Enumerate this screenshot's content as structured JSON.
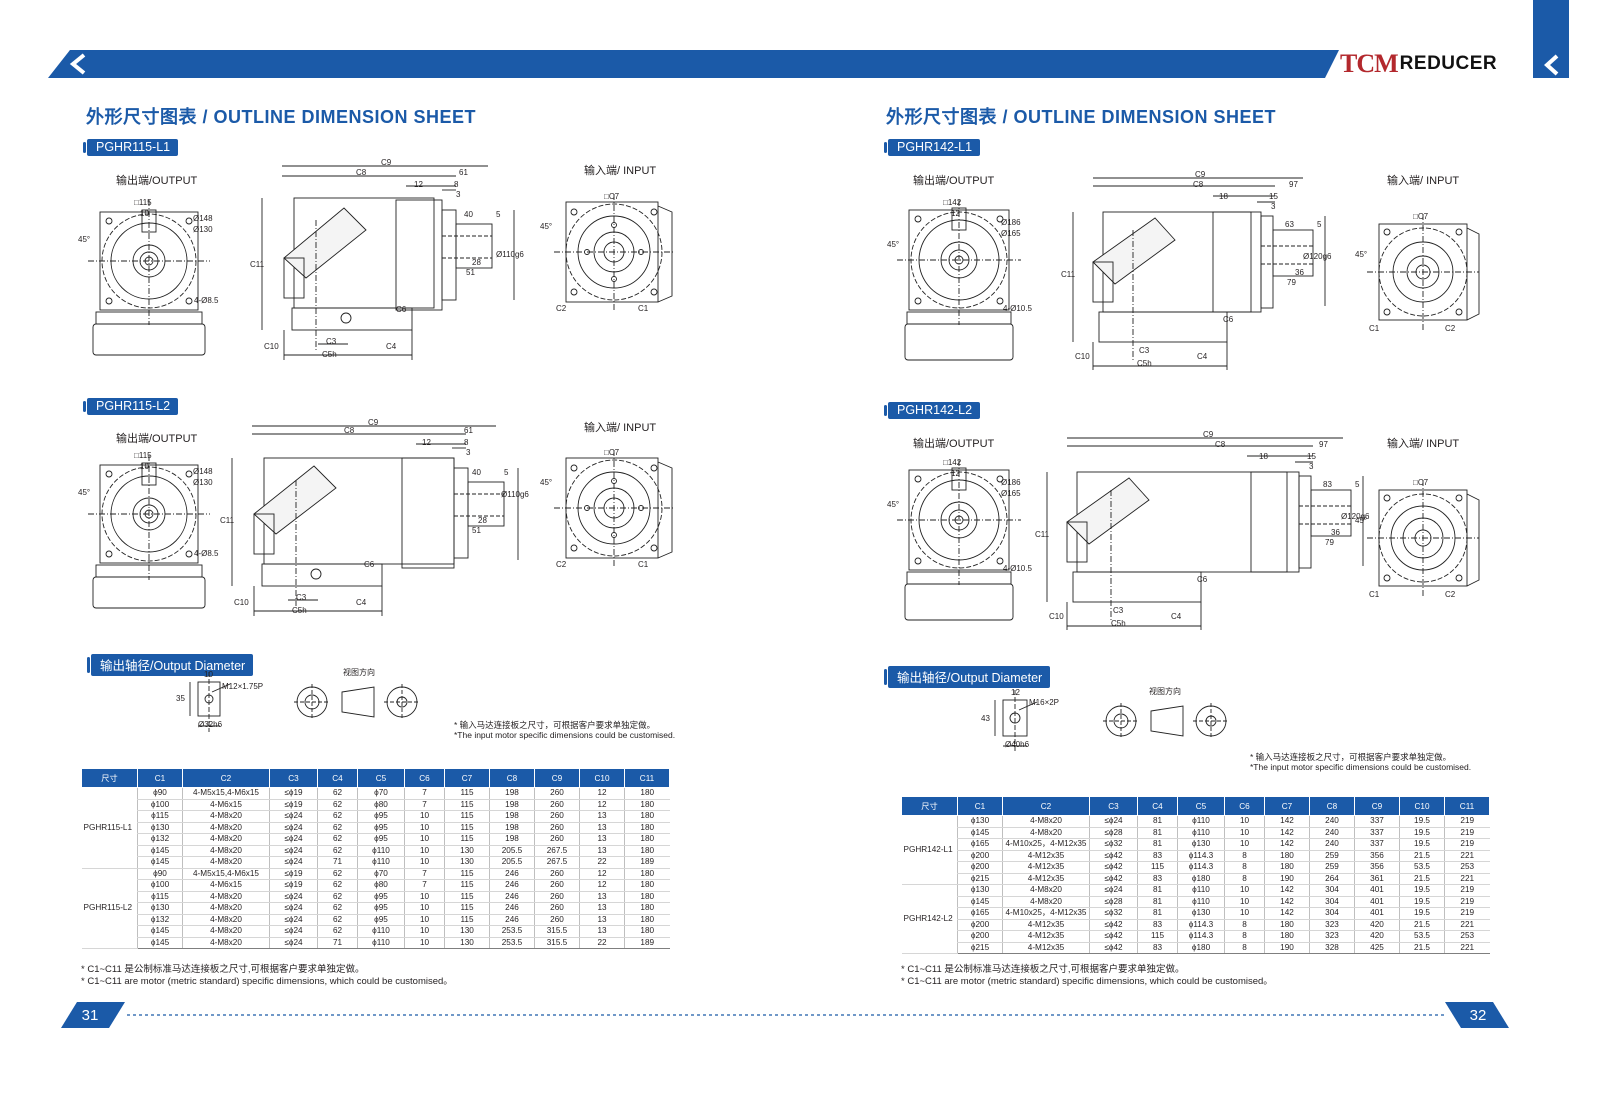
{
  "brand": {
    "logo_tcm": "TCM",
    "logo_reducer": "REDUCER"
  },
  "icons": {
    "back": "chevron-left-icon"
  },
  "colors": {
    "accent": "#1b5aa8",
    "logo_red": "#b3282d"
  },
  "left": {
    "title": "外形尺寸图表 / OUTLINE DIMENSION SHEET",
    "model1": "PGHR115-L1",
    "model2": "PGHR115-L2",
    "output_label": "输出端/OUTPUT",
    "input_label": "输入端/ INPUT",
    "output_diameter_tag": "输出轴径/Output Diameter",
    "view_direction": "视图方向",
    "input_note_cn": "* 输入马达连接板之尺寸，可根据客户要求单独定做。",
    "input_note_en": "*The input motor specific dimensions could be customised.",
    "foot_cn": "* C1~C11 是公制标准马达连接板之尺寸,可根据客户要求单独定做。",
    "foot_en": "* C1~C11 are motor (metric standard) specific dimensions, which could be customised。",
    "page_number": "31",
    "table": {
      "headers": [
        "尺寸",
        "C1",
        "C2",
        "C3",
        "C4",
        "C5",
        "C6",
        "C7",
        "C8",
        "C9",
        "C10",
        "C11"
      ],
      "groups": [
        {
          "model": "PGHR115-L1",
          "rows": [
            [
              "ϕ90",
              "4-M5x15,4-M6x15",
              "≤ϕ19",
              "62",
              "ϕ70",
              "7",
              "115",
              "198",
              "260",
              "12",
              "180"
            ],
            [
              "ϕ100",
              "4-M6x15",
              "≤ϕ19",
              "62",
              "ϕ80",
              "7",
              "115",
              "198",
              "260",
              "12",
              "180"
            ],
            [
              "ϕ115",
              "4-M8x20",
              "≤ϕ24",
              "62",
              "ϕ95",
              "10",
              "115",
              "198",
              "260",
              "13",
              "180"
            ],
            [
              "ϕ130",
              "4-M8x20",
              "≤ϕ24",
              "62",
              "ϕ95",
              "10",
              "115",
              "198",
              "260",
              "13",
              "180"
            ],
            [
              "ϕ132",
              "4-M8x20",
              "≤ϕ24",
              "62",
              "ϕ95",
              "10",
              "115",
              "198",
              "260",
              "13",
              "180"
            ],
            [
              "ϕ145",
              "4-M8x20",
              "≤ϕ24",
              "62",
              "ϕ110",
              "10",
              "130",
              "205.5",
              "267.5",
              "13",
              "180"
            ],
            [
              "ϕ145",
              "4-M8x20",
              "≤ϕ24",
              "71",
              "ϕ110",
              "10",
              "130",
              "205.5",
              "267.5",
              "22",
              "189"
            ]
          ]
        },
        {
          "model": "PGHR115-L2",
          "rows": [
            [
              "ϕ90",
              "4-M5x15,4-M6x15",
              "≤ϕ19",
              "62",
              "ϕ70",
              "7",
              "115",
              "246",
              "260",
              "12",
              "180"
            ],
            [
              "ϕ100",
              "4-M6x15",
              "≤ϕ19",
              "62",
              "ϕ80",
              "7",
              "115",
              "246",
              "260",
              "12",
              "180"
            ],
            [
              "ϕ115",
              "4-M8x20",
              "≤ϕ24",
              "62",
              "ϕ95",
              "10",
              "115",
              "246",
              "260",
              "13",
              "180"
            ],
            [
              "ϕ130",
              "4-M8x20",
              "≤ϕ24",
              "62",
              "ϕ95",
              "10",
              "115",
              "246",
              "260",
              "13",
              "180"
            ],
            [
              "ϕ132",
              "4-M8x20",
              "≤ϕ24",
              "62",
              "ϕ95",
              "10",
              "115",
              "246",
              "260",
              "13",
              "180"
            ],
            [
              "ϕ145",
              "4-M8x20",
              "≤ϕ24",
              "62",
              "ϕ110",
              "10",
              "130",
              "253.5",
              "315.5",
              "13",
              "180"
            ],
            [
              "ϕ145",
              "4-M8x20",
              "≤ϕ24",
              "71",
              "ϕ110",
              "10",
              "130",
              "253.5",
              "315.5",
              "22",
              "189"
            ]
          ]
        }
      ]
    },
    "dims": {
      "out_sq": "□115",
      "out_d1": "Ø148",
      "out_d2": "Ø130",
      "out_holes": "4-Ø8.5",
      "out_key": "10",
      "c9": "C9",
      "c8": "C8",
      "c61": "61",
      "c12": "12",
      "c8b": "8",
      "c3b": "3",
      "c40": "40",
      "c5": "5",
      "c28": "28",
      "c51": "51",
      "c11": "C11",
      "c6": "C6",
      "c10": "C10",
      "c3": "C3",
      "c4": "C4",
      "c5s": "C5h",
      "shaft": "Ø110g6",
      "in_sq": "□C7",
      "in_c1": "C1",
      "in_c2": "C2",
      "ang": "45°",
      "od_10": "10",
      "od_thread": "M12×1.75P",
      "od_35": "35",
      "od_dia": "Ø32h6"
    }
  },
  "right": {
    "title": "外形尺寸图表 / OUTLINE DIMENSION SHEET",
    "model1": "PGHR142-L1",
    "model2": "PGHR142-L2",
    "output_label": "输出端/OUTPUT",
    "input_label": "输入端/ INPUT",
    "output_diameter_tag": "输出轴径/Output Diameter",
    "view_direction": "视图方向",
    "input_note_cn": "* 输入马达连接板之尺寸，可根据客户要求单独定做。",
    "input_note_en": "*The input motor specific dimensions could be customised.",
    "foot_cn": "* C1~C11 是公制标准马达连接板之尺寸,可根据客户要求单独定做。",
    "foot_en": "* C1~C11 are motor (metric standard) specific dimensions, which could be customised。",
    "page_number": "32",
    "table": {
      "headers": [
        "尺寸",
        "C1",
        "C2",
        "C3",
        "C4",
        "C5",
        "C6",
        "C7",
        "C8",
        "C9",
        "C10",
        "C11"
      ],
      "groups": [
        {
          "model": "PGHR142-L1",
          "rows": [
            [
              "ϕ130",
              "4-M8x20",
              "≤ϕ24",
              "81",
              "ϕ110",
              "10",
              "142",
              "240",
              "337",
              "19.5",
              "219"
            ],
            [
              "ϕ145",
              "4-M8x20",
              "≤ϕ28",
              "81",
              "ϕ110",
              "10",
              "142",
              "240",
              "337",
              "19.5",
              "219"
            ],
            [
              "ϕ165",
              "4-M10x25，4-M12x35",
              "≤ϕ32",
              "81",
              "ϕ130",
              "10",
              "142",
              "240",
              "337",
              "19.5",
              "219"
            ],
            [
              "ϕ200",
              "4-M12x35",
              "≤ϕ42",
              "83",
              "ϕ114.3",
              "8",
              "180",
              "259",
              "356",
              "21.5",
              "221"
            ],
            [
              "ϕ200",
              "4-M12x35",
              "≤ϕ42",
              "115",
              "ϕ114.3",
              "8",
              "180",
              "259",
              "356",
              "53.5",
              "253"
            ],
            [
              "ϕ215",
              "4-M12x35",
              "≤ϕ42",
              "83",
              "ϕ180",
              "8",
              "190",
              "264",
              "361",
              "21.5",
              "221"
            ]
          ]
        },
        {
          "model": "PGHR142-L2",
          "rows": [
            [
              "ϕ130",
              "4-M8x20",
              "≤ϕ24",
              "81",
              "ϕ110",
              "10",
              "142",
              "304",
              "401",
              "19.5",
              "219"
            ],
            [
              "ϕ145",
              "4-M8x20",
              "≤ϕ28",
              "81",
              "ϕ110",
              "10",
              "142",
              "304",
              "401",
              "19.5",
              "219"
            ],
            [
              "ϕ165",
              "4-M10x25，4-M12x35",
              "≤ϕ32",
              "81",
              "ϕ130",
              "10",
              "142",
              "304",
              "401",
              "19.5",
              "219"
            ],
            [
              "ϕ200",
              "4-M12x35",
              "≤ϕ42",
              "83",
              "ϕ114.3",
              "8",
              "180",
              "323",
              "420",
              "21.5",
              "221"
            ],
            [
              "ϕ200",
              "4-M12x35",
              "≤ϕ42",
              "115",
              "ϕ114.3",
              "8",
              "180",
              "323",
              "420",
              "53.5",
              "253"
            ],
            [
              "ϕ215",
              "4-M12x35",
              "≤ϕ42",
              "83",
              "ϕ180",
              "8",
              "190",
              "328",
              "425",
              "21.5",
              "221"
            ]
          ]
        }
      ]
    },
    "dims": {
      "out_sq": "□142",
      "out_d1": "Ø186",
      "out_d2": "Ø165",
      "out_holes": "4-Ø10.5",
      "out_key": "12",
      "c9": "C9",
      "c8": "C8",
      "c97": "97",
      "c18": "18",
      "c15": "15",
      "c3b": "3",
      "c63": "63",
      "c83": "83",
      "c5": "5",
      "c36": "36",
      "c79": "79",
      "c11": "C11",
      "c6": "C6",
      "c10": "C10",
      "c3": "C3",
      "c4": "C4",
      "c5s": "C5h",
      "shaft": "Ø120g6",
      "in_sq": "□C7",
      "in_c1": "C1",
      "in_c2": "C2",
      "ang": "45°",
      "od_12": "12",
      "od_thread": "M16×2P",
      "od_43": "43",
      "od_dia": "Ø40h6"
    }
  }
}
